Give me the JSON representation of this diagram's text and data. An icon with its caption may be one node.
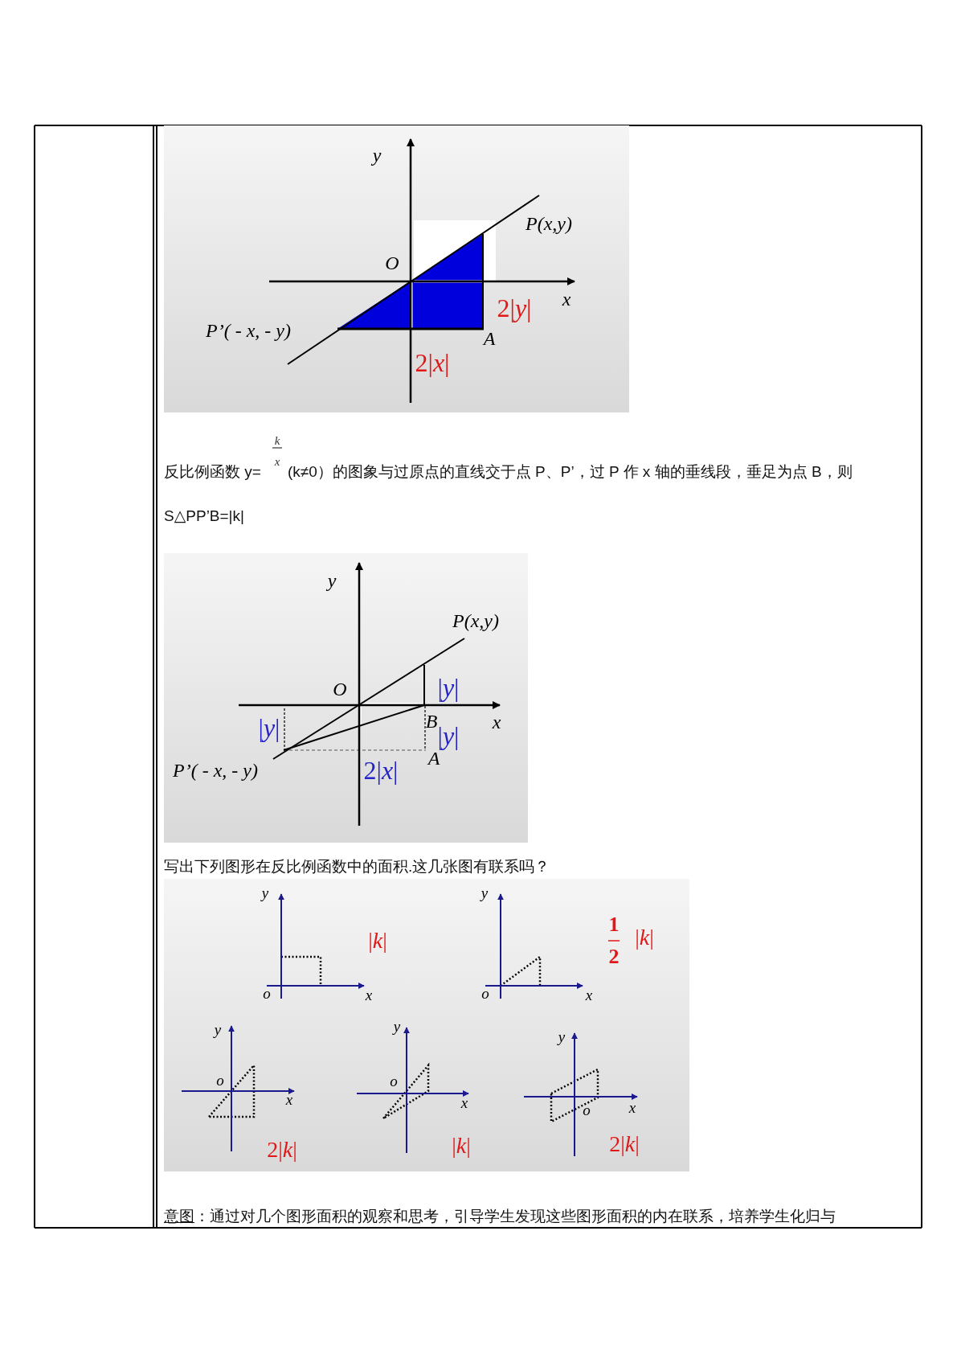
{
  "diagram": {
    "labels": [
      "y",
      "P(x,y)",
      "O",
      "x",
      "2|*y*|",
      "P’( - x, - y)",
      "A",
      "2|*x*|",
      "反比例函数 y=",
      "k",
      "x",
      "(k≠0）的图象与过原点的直线交于点 P、P’，过 P 作 x 轴的垂线段，垂足为点 B，则",
      "S△PP’B=|k|",
      "y",
      "P(x,y)",
      "O",
      "|*y*|",
      "B",
      "x",
      "|*y*|",
      "|*y*|",
      "A",
      "P’( - x, - y)",
      "2|*x*|",
      "写出下列图形在反比例函数中的面积.这几张图有联系吗？",
      "y",
      "|*k*|",
      "o",
      "x",
      "y",
      "1",
      "|*k*|",
      "2",
      "o",
      "x",
      "y",
      "o",
      "x",
      "2|*k*|",
      "y",
      "o",
      "x",
      "|*k*|",
      "y",
      "o",
      "x",
      "2|*k*|",
      "意图",
      "：通过对几个图形面积的观察和思考，引导学生发现这些图形面积的内在联系，培养学生化归与"
    ]
  }
}
